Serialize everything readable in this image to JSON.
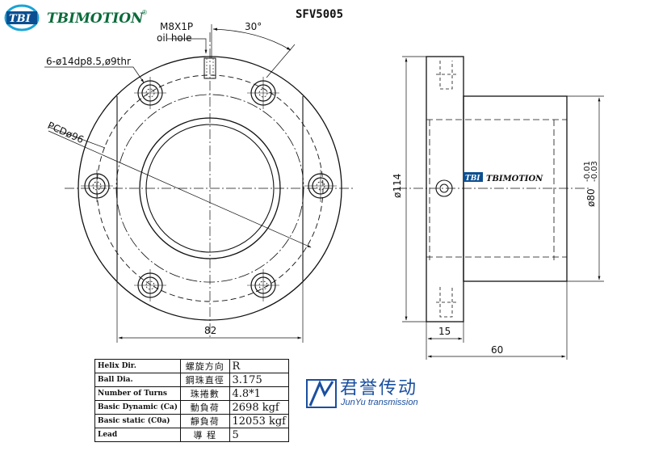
{
  "header": {
    "logo_mark": "TBI",
    "brand": "TBIMOTION",
    "registered": "®",
    "model": "SFV5005"
  },
  "front_view": {
    "oil_hole_spec": "M8X1P",
    "oil_hole_label": "oil hole",
    "angle_label": "30°",
    "hole_spec": "6-ø14dp8.5,ø9thr",
    "pcd_label": "PCDø96",
    "width_label": "82"
  },
  "side_view": {
    "flange_dia_label": "ø114",
    "body_dia_label": "ø80",
    "body_tol_upper": "-0.01",
    "body_tol_lower": "-0.03",
    "flange_thickness_label": "15",
    "length_label": "60",
    "body_logo_mark": "TBI",
    "body_brand": "TBIMOTION"
  },
  "spec_table": [
    {
      "en": "Helix Dir.",
      "cn": "螺旋方向",
      "value": "R"
    },
    {
      "en": "Ball Dia.",
      "cn": "鋼珠直徑",
      "value": "3.175"
    },
    {
      "en": "Number of Turns",
      "cn": "珠捲數",
      "value": "4.8*1"
    },
    {
      "en": "Basic Dynamic (Ca)",
      "cn": "動負荷",
      "value": "2698 kgf"
    },
    {
      "en": "Basic static (C0a)",
      "cn": "靜負荷",
      "value": "12053 kgf"
    },
    {
      "en": "Lead",
      "cn": "導 程",
      "value": "5"
    }
  ],
  "watermark": {
    "cn": "君誉传动",
    "en": "JunYu transmission"
  },
  "colors": {
    "line": "#111111",
    "logo_cyan": "#1aa3d6",
    "logo_dark": "#0b4f91",
    "brand_green": "#0a6b3a",
    "watermark_blue": "#1a4fa0"
  }
}
